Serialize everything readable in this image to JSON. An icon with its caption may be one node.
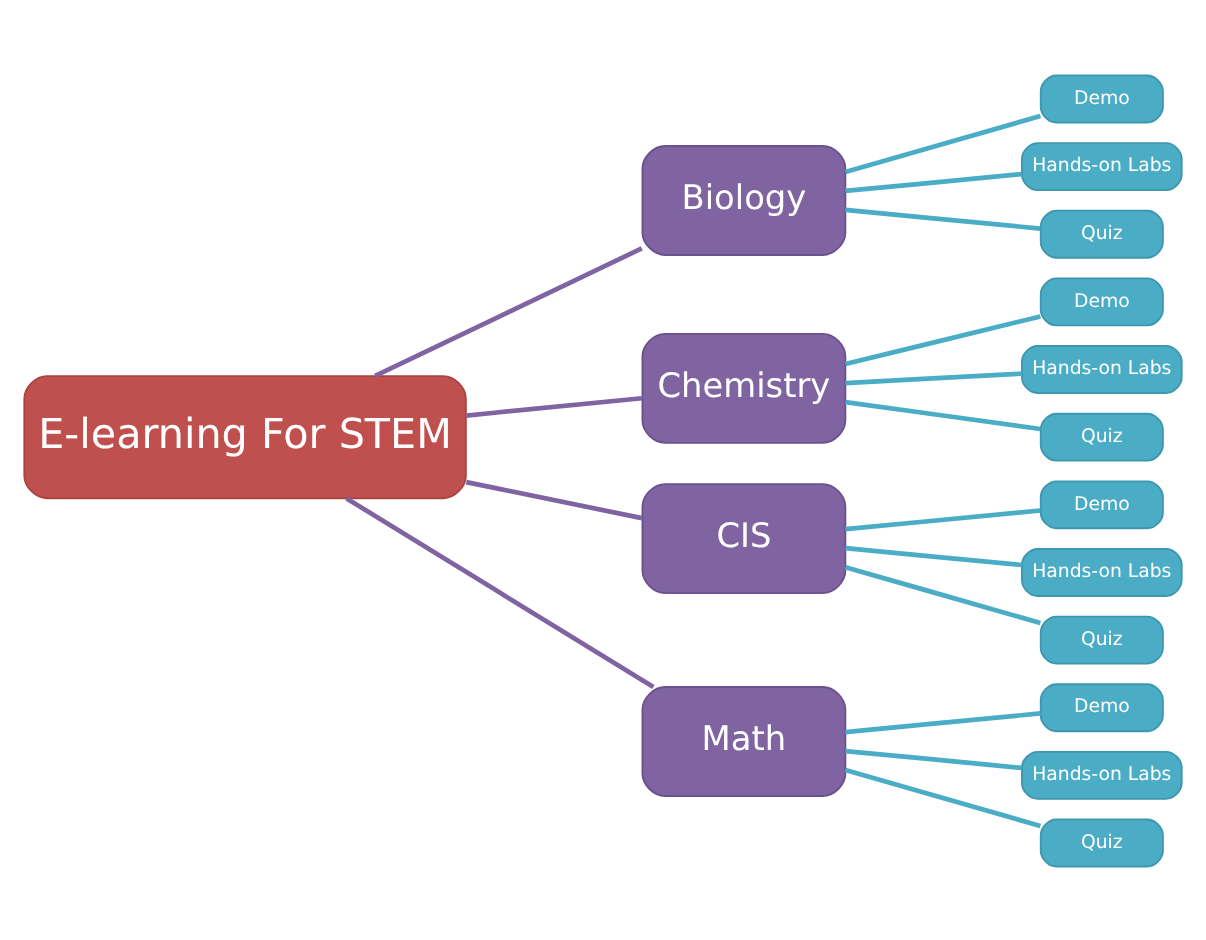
{
  "diagram": {
    "nodes": [
      {
        "text": [
          "E-learning For STEM"
        ]
      },
      {
        "text": [
          "Biology"
        ]
      },
      {
        "text": [
          "Demo"
        ]
      },
      {
        "text": [
          "Hands-on Labs"
        ]
      },
      {
        "text": [
          "Quiz"
        ]
      },
      {
        "text": [
          "Chemistry"
        ]
      },
      {
        "text": [
          "Demo"
        ]
      },
      {
        "text": [
          "Hands-on Labs"
        ]
      },
      {
        "text": [
          "Quiz"
        ]
      },
      {
        "text": [
          "CIS"
        ]
      },
      {
        "text": [
          "Demo"
        ]
      },
      {
        "text": [
          "Hands-on Labs"
        ]
      },
      {
        "text": [
          "Quiz"
        ]
      },
      {
        "text": [
          "Math"
        ]
      },
      {
        "text": [
          "Demo"
        ]
      },
      {
        "text": [
          "Hands-on Labs"
        ]
      },
      {
        "text": [
          "Quiz"
        ]
      }
    ],
    "edges": [
      {
        "from": 0,
        "to": 1,
        "arrow": "none",
        "color": "#8064a2"
      },
      {
        "from": 0,
        "to": 5,
        "arrow": "none",
        "color": "#8064a2"
      },
      {
        "from": 0,
        "to": 9,
        "arrow": "none",
        "color": "#8064a2"
      },
      {
        "from": 0,
        "to": 13,
        "arrow": "none",
        "color": "#8064a2"
      },
      {
        "from": 1,
        "to": 2,
        "arrow": "none"
      },
      {
        "from": 1,
        "to": 3,
        "arrow": "none"
      },
      {
        "from": 1,
        "to": 4,
        "arrow": "none"
      },
      {
        "from": 5,
        "to": 6,
        "arrow": "none"
      },
      {
        "from": 5,
        "to": 7,
        "arrow": "none"
      },
      {
        "from": 5,
        "to": 8,
        "arrow": "none"
      },
      {
        "from": 9,
        "to": 10,
        "arrow": "none"
      },
      {
        "from": 9,
        "to": 11,
        "arrow": "none"
      },
      {
        "from": 9,
        "to": 12,
        "arrow": "none"
      },
      {
        "from": 13,
        "to": 14,
        "arrow": "none"
      },
      {
        "from": 13,
        "to": 15,
        "arrow": "none"
      },
      {
        "from": 13,
        "to": 16,
        "arrow": "none"
      }
    ]
  }
}
